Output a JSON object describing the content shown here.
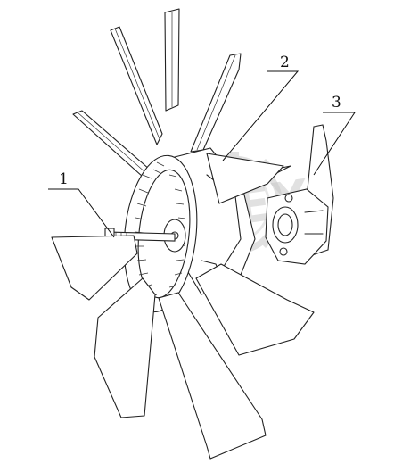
{
  "diagram": {
    "type": "exploded parts drawing",
    "callouts": [
      {
        "id": "callout-1",
        "label": "1"
      },
      {
        "id": "callout-2",
        "label": "2"
      },
      {
        "id": "callout-3",
        "label": "3"
      }
    ]
  },
  "watermark": {
    "text": "DPEX",
    "color": "#c9c9c9"
  },
  "colors": {
    "line": "#222222",
    "background": "#ffffff"
  }
}
